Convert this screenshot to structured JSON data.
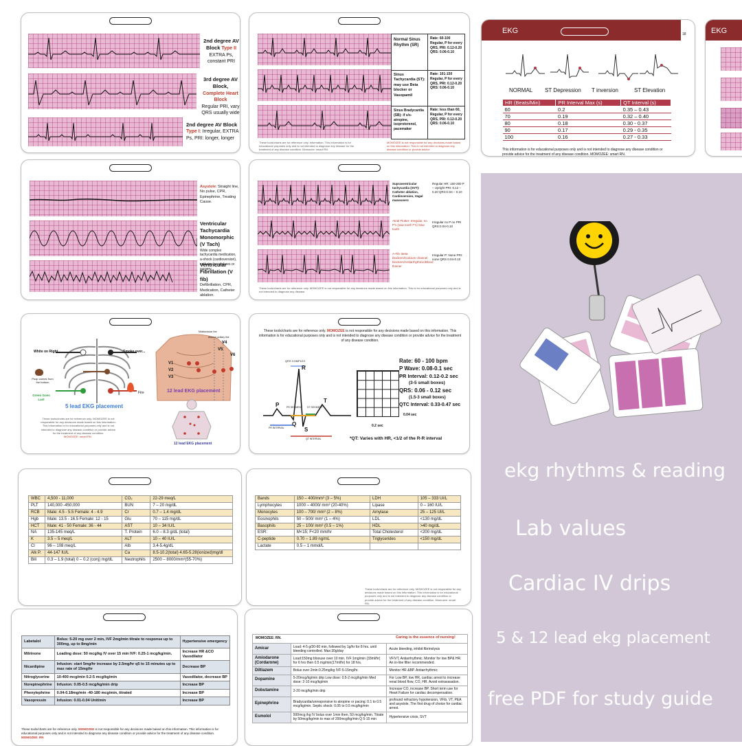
{
  "card1": {
    "row1_title_a": "2nd degree AV Block",
    "row1_title_b": "Type II",
    "row1_desc": "EXTRA Ps, constant PRI",
    "row2_title_a": "3rd degree AV Block,",
    "row2_title_b": "Complete Heart Block",
    "row2_desc": "Regular PRI, vary QRS usually wide",
    "row3_title_a": "2nd degree AV Block",
    "row3_title_b": "Type I",
    "row3_desc": ": Irregular, EXTRA Ps, PRI: longer, longer"
  },
  "card2": {
    "rows": [
      {
        "name": "Normal Sinus Rhythm (SR)",
        "info": "Rate: 60-100 Regular, P for every QRS, PRI: 0.12-0.20 QRS: 0.06-0.10"
      },
      {
        "name": "Sinus Tachycardia (ST): may use Beta blocker or Vasopamil",
        "info": "Rate: 101-150 Regular, P for every QRS, PRI: 0.12-0.20 QRS: 0.06-0.10"
      },
      {
        "name": "Sinus Bradycardia (SB): if s/s- atropine, isoproterenol, pacemaker",
        "info": "Rate: less than 60, Regular, P for every QRS, PRI: 0.12-0.20 QRS: 0.06-0.10"
      }
    ],
    "footer_left": "These tools/charts are for reference only. information. This information is for educational purposes only and is not intended to diagnose any disease for the treatment of any disease condition. Momozee: smart RN.",
    "footer_right": "MOMOZEE is not responsible for any decisions made based on this information. This is not intended to diagnose any disease condition or provide advice"
  },
  "card3": {
    "title": "EKG",
    "page": "18",
    "wave_labels": [
      "NORMAL",
      "ST Depression",
      "T inversion",
      "ST Elevation"
    ],
    "table_headers": [
      "HR (Beats/Min)",
      "PR Interval Max (s)",
      "QT Interval (s)"
    ],
    "table_rows": [
      [
        "60",
        "0.2",
        "0.35 – 0.43"
      ],
      [
        "70",
        "0.19",
        "0.32 – 0.40"
      ],
      [
        "80",
        "0.18",
        "0.30 - 0.37"
      ],
      [
        "90",
        "0.17",
        "0.29 - 0.35"
      ],
      [
        "100",
        "0.16",
        "0.27 - 0.33"
      ]
    ],
    "footer": "This information is for educational purposes only and is not intended to diagnose any disease condition or provide advice for the treatment of any disease condition. MOMOZEE: smart RN."
  },
  "card4": {
    "tab": "EKG"
  },
  "card5": {
    "row1_title": "Asystole",
    "row1_desc": ": Straight line, No pulse, CPR, Epinephrine, Treating Cause.",
    "row2_title": "Ventricular Tachycardia Monomorphic (V Tach)",
    "row2_desc": "Wide complex tachycardia medication, a-shock (cardioversion), catheter procedures or surgery",
    "row3_title": "Ventricular Fibrillation (V fib)",
    "row3_desc": "Defibrillation, CPR, Medication, Catheter ablation."
  },
  "card6": {
    "rows": [
      {
        "name": "Supraventricular tachycardia (SVT): Catheter ablation, Cardioversion, Vagal maneuvers",
        "info": "Regular HR: 150-250 P – Upright PRI: 0.12 – 0.20 QRS:0.04 – 0.10"
      },
      {
        "name": "Atrial Flutter: Irregular, no P's (saw tooth F's) Saw tooth",
        "info": "Irregular no P no PRI QRS:0.04-0.10"
      },
      {
        "name": "A-Fib: Beta blockers/Calcium channel blockers/Antiarrhythmic/Blood thinner",
        "info": "Irregular P: None PRI: none QRS 0.04-0.10"
      }
    ],
    "footer": "These tools/charts are for reference only. MOMOZEE is not responsible for any decisions made based on this information. This is for educational purposes only and is not intended to diagnose any disease."
  },
  "card7": {
    "white_right": "White on Right",
    "smoke": "Smoke over...",
    "poop": "Poop comes from the bottom",
    "green": "Green Goes Last",
    "fire": "Fire",
    "five_lead": "5 lead EKG placement",
    "twelve_lead": "12 lead EKG placement",
    "twelve_lead_bottom": "12 lead EKG placement",
    "leads": [
      "V1",
      "V2",
      "V3",
      "V4",
      "V5",
      "V6"
    ],
    "midclav": "Midclavicular line",
    "ant_axillary": "Anterior axillary line",
    "footer": "These tools/charts are for reference only. MOMOZEE is not responsible for any decisions made based on this information. This information is for educational purposes only and is not intended to diagnose any disease condition or provide advice for the treatment of any disease condition.",
    "brand": "MOMOZEE: smart RN"
  },
  "card8": {
    "header_a": "These tools/charts are for reference only.",
    "header_brand": "MOMOZEE",
    "header_b": "is not responsible for any decisions made based on this information. This information is for educational purposes only and is not intended to diagnose any disease condition or provide advice for the treatment of any disease condition.",
    "qrs_complex": "QRS COMPLEX",
    "wave_r": "R",
    "wave_p": "P",
    "wave_t": "T",
    "wave_q": "Q",
    "wave_s": "S",
    "pr_segment": "PR SEGMENT",
    "st_segment": "ST SEGMENT",
    "pr_interval": "PR INTERVAL",
    "qt_interval": "QT INTERVAL",
    "rate": "Rate: 60 - 100 bpm",
    "pwave": "P Wave: 0.08-0.1 sec",
    "pr": "PR Interval: 0.12-0.2 sec",
    "pr_sub": "(3-5 small boxes)",
    "qrs": "QRS: 0.06 - 0.12 sec",
    "qrs_sub": "(1.5-3 small boxes)",
    "qtc": "QTC Interval: 0.33-0.47 sec",
    "grid_w": "0.2 sec",
    "grid_h": "0.04 sec",
    "qt_note": "*QT: Varies with HR, <1/2 of the R-R interval"
  },
  "card9": {
    "rows": [
      [
        "WBC",
        "4,500 - 11,000",
        "CO₂",
        "22-29 meq/L"
      ],
      [
        "PLT",
        "140,000 -450,000",
        "BUN",
        "7 – 20 mg/dL"
      ],
      [
        "RCB",
        "Male: 4.5 - 5.5 Female: 4 - 4.9",
        "Cr",
        "0.7 – 1.4 mg/dL"
      ],
      [
        "Hgb",
        "Male: 13.5 - 16.5 Female: 12 - 15",
        "Glu",
        "70 – 115 mg/dL"
      ],
      [
        "HCT",
        "Male: 41 - 50 Female: 36 - 44",
        "AST",
        "10 – 34 IU/L"
      ],
      [
        "NA",
        "135-145 meq/L",
        "T. Protein",
        "6.0 – 8.3 g/dL (total)"
      ],
      [
        "K",
        "3.5 – 5 meq/L",
        "ALT",
        "10 – 40 IU/L"
      ],
      [
        "Cl",
        "96 – 108 meq/L",
        "Alb",
        "3.4-5.4g/dL"
      ],
      [
        "Alk P.",
        "44-147 IU/L",
        "Ca",
        "8.5-10.2(total) 4.65-5.28(ionized)mg/dl"
      ],
      [
        "Bili",
        "0.3 – 1.9 (total) 0 – 0.2 (conj) mg/dL",
        "Neutrophils",
        "2500 – 8000/mm³(55-70%)"
      ]
    ]
  },
  "card10": {
    "rows": [
      [
        "Bands",
        "150 – 400/mm³ (3 – 5%)",
        "LDH",
        "105 – 333 UI/L"
      ],
      [
        "Lymphocytes",
        "1000 – 4000/ mm³ (20-40%)",
        "Lipase",
        "0 – 160 IU/L"
      ],
      [
        "Monocytes",
        "100 – 700/ mm³ (2 – 8%)",
        "Amylase",
        "25 – 125 UI/L"
      ],
      [
        "Eosinophils",
        "50 – 500/ mm³ (1 – 4%)",
        "LDL",
        "<130 mg/dL"
      ],
      [
        "Basophils",
        "25 – 100/ mm³ (0.5 – 1%)",
        "HDL",
        ">40 mg/dL"
      ],
      [
        "ESR:",
        "M<15; F<20 mm/hr",
        "Total Cholesterol",
        "<200 mg/dL"
      ],
      [
        "C-peptide",
        "0.70 – 1.89 ng/mL",
        "Triglycerides",
        "<150 mg/dL"
      ],
      [
        "Lactate",
        "0.5 – 1 mmol/L",
        "",
        ""
      ]
    ],
    "footer": "These tools/charts are for reference only. MOMOZEE is not responsible for any decisions made based on this information. This information is for educational purposes only and is not intended to diagnose any disease condition or provide advice for the treatment of any disease condition. Momozee: smart RN."
  },
  "card11": {
    "rows": [
      [
        "Labetalol",
        "Bolus: 5-20 mg over 2 min, IVF 2mg/min titrate to response up to 300mg, up to 8mg/min",
        "Hypertensive emergency"
      ],
      [
        "Milrinone",
        "Loading dose: 50 mcg/kg IV over 15 min IVF: 0.25-1 mcg/kg/min.",
        "Increase HR &CO Vasodilator"
      ],
      [
        "Nicardipine",
        "Infusion: start 5mg/hr increase by 2.5mg/hr q5 to 15 minutes up to max rate of 15mg/hr",
        "Decrease BP"
      ],
      [
        "Nitroglycerine",
        "10-400 mcg/min     0.2-5 mcg/kg/min",
        "Vasodilator, decrease BP"
      ],
      [
        "Norepinephrine",
        "Infusion: 0.05-0.5 mcg/kg/min drip",
        "Increase BP"
      ],
      [
        "Phenylephrine",
        "0.04-0.18mg/min -40-180 mcg/min, titrated",
        "Increase BP"
      ],
      [
        "Vasopressin",
        "Infusion: 0.01-0.04 Unit/min",
        "Increase BP"
      ]
    ],
    "footer_a": "These tools/charts are for reference only.",
    "footer_brand": "MOMOZEE",
    "footer_b": "is not responsible for any decisions made based on this information. This information is for educational purposes only and is not intended to diagnose any disease condition or provide advice for the treatment of any disease condition.",
    "footer_c": "MOMOZEE: RN"
  },
  "card12": {
    "header_left": "MOMOZEE: RN.",
    "header_right": "Caring is the essence of nursing!",
    "rows": [
      [
        "Amicar",
        "Load: 4-5 g/30-60 min, followed by 1g/hr for 8 hrs. until bleeding controlled. Max:30g/day",
        "Acute bleeding, inhibit fibrinolysis"
      ],
      [
        "Amiodarone (Cordarone)",
        "Load:150mg bloouse over 10 min. IVF:1mg/min (33ml/hr) for 6 hrs then 0.5 mg/min(17ml/hr) for 18 hrs.",
        "VF/VT, Antiarrhythmic. Monitor for low BP& HR. An in-line filter recommended."
      ],
      [
        "Diltiazem",
        "Bolus over 2min:0.25mg/kg  IVF:5-15mg/hr.",
        "Monitor HR &BP. Antiarrhythmic"
      ],
      [
        "Dopamine",
        "5-20mcg/kg/min drip Low dose: 0.5-2 mcg/kg/min Med dose: 2-10 mcg/kg/min",
        "For Low BP, low HR, cardiac arrest to increase renal blood flow, CO, HR. Avoid extravasation."
      ],
      [
        "Dobutamine",
        "2-20 mcg/kg/min drip",
        "Increase CO, increase BP. Short term use for Heart Failure for cardiac decompensation."
      ],
      [
        "Epinephrine",
        "Bradycardia/unresponsive to atropine or pacing: 0.1 to 0.5 mcg/kg/min. Septic shock: 0.05 to 0.5 mcg/kg/min",
        "profound refractory hypotension, VFib, VT, PEA and asystole. The first drug of choice for cardiac arrest."
      ],
      [
        "Esmolol",
        "500mcg /kg IV bolus over 1min then, 50 mcg/kg/min. Titrate by 50mcg/kg/min to max of 200mcg/kg/min Q 5-15 min",
        "Hypertensive crisis, SVT"
      ]
    ]
  },
  "promo": {
    "line1": "ekg rhythms & reading",
    "line2": "Lab values",
    "line3": "Cardiac IV drips",
    "line4": "5 & 12 lead ekg placement",
    "line5": "free PDF for study guide"
  },
  "colors": {
    "ekg_paper": "#e9b8d3",
    "ekg_grid": "#a0286e",
    "ekg_header": "#8b2b2b",
    "ekg_table_header": "#b03a4a",
    "promo_bg": "#d2c7d6",
    "lab_row": "#f7e8c2"
  }
}
